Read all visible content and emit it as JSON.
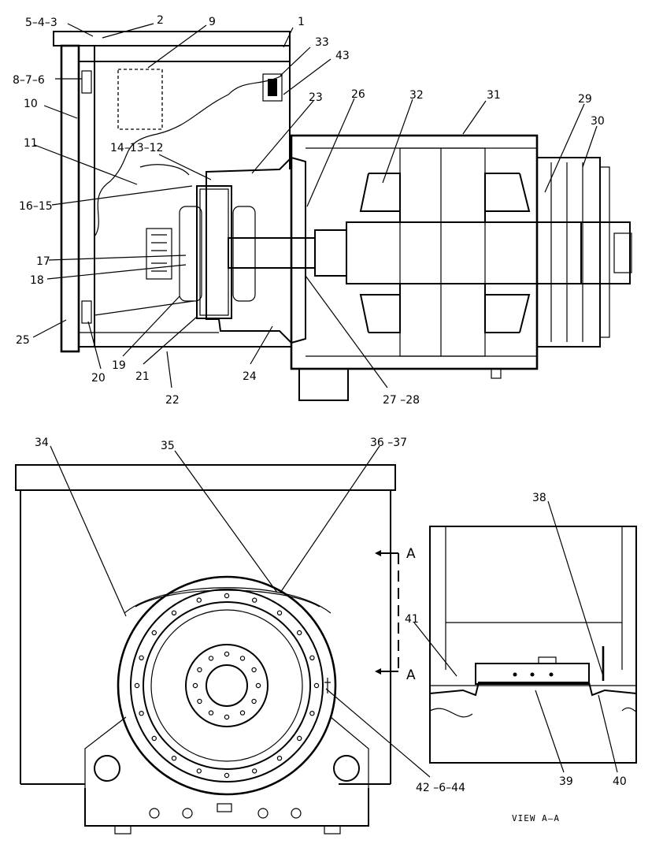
{
  "callouts": {
    "c1": "1",
    "c2": "2",
    "c5_4_3": "5–4–3",
    "c9": "9",
    "c33": "33",
    "c43": "43",
    "c8_7_6": "8–7–6",
    "c10": "10",
    "c23": "23",
    "c26": "26",
    "c32": "32",
    "c31": "31",
    "c29": "29",
    "c30": "30",
    "c11": "11",
    "c14_13_12": "14–13–12",
    "c16_15": "16–15",
    "c17": "17",
    "c18": "18",
    "c25": "25",
    "c19": "19",
    "c20": "20",
    "c21": "21",
    "c22": "22",
    "c24": "24",
    "c27_28": "27 –28",
    "c34": "34",
    "c35": "35",
    "c36_37": "36 –37",
    "c38": "38",
    "c41": "41",
    "c39": "39",
    "c40": "40",
    "c42_6_44": "42 –6–44"
  },
  "section": {
    "marker_top": "A",
    "marker_bottom": "A",
    "view_caption": "VIEW  A–A"
  }
}
